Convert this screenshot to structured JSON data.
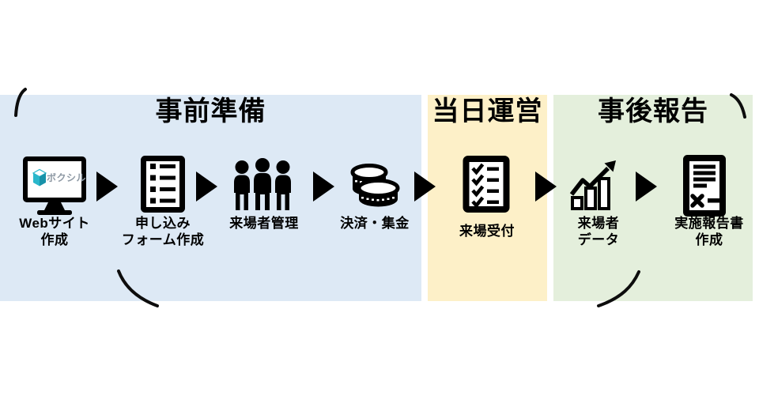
{
  "diagram": {
    "phases": [
      {
        "title": "事前準備",
        "color": "#dde9f5",
        "steps": [
          {
            "label": "Webサイト\n作成",
            "icon": "monitor-website-icon"
          },
          {
            "label": "申し込み\nフォーム作成",
            "icon": "form-list-icon"
          },
          {
            "label": "来場者管理",
            "icon": "people-icon"
          },
          {
            "label": "決済・集金",
            "icon": "coins-icon"
          }
        ]
      },
      {
        "title": "当日運営",
        "color": "#fdf0c8",
        "steps": [
          {
            "label": "来場受付",
            "icon": "checklist-icon"
          }
        ]
      },
      {
        "title": "事後報告",
        "color": "#e4efdc",
        "steps": [
          {
            "label": "来場者\nデータ",
            "icon": "bar-chart-icon"
          },
          {
            "label": "実施報告書\n作成",
            "icon": "report-document-icon"
          }
        ]
      }
    ],
    "logo": {
      "text": "ボクシル",
      "teal": "#2ab7cb",
      "teal_dark": "#1792a9",
      "gray": "#8e99a4"
    },
    "arrow_color": "#000000"
  }
}
